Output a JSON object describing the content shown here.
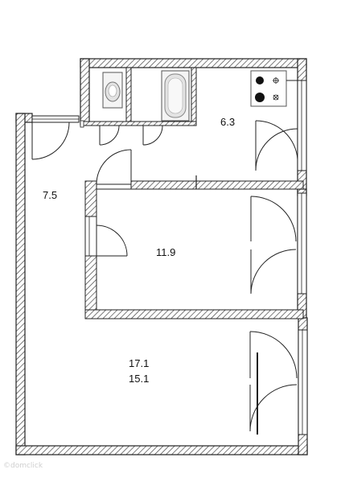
{
  "plan": {
    "rooms": {
      "kitchen": {
        "area": "6.3"
      },
      "hall": {
        "area": "7.5"
      },
      "bedroom": {
        "area": "11.9"
      },
      "living": {
        "area_total": "17.1",
        "area_living": "15.1"
      }
    },
    "fixtures": [
      "toilet-icon",
      "bathtub-icon",
      "stove-icon"
    ],
    "wall_color": "#222222",
    "hatch_color": "#555555",
    "watermark": "©domclick"
  }
}
